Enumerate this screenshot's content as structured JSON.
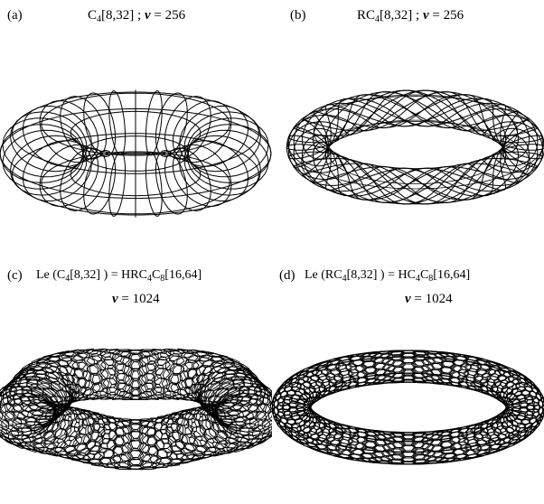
{
  "panels": [
    {
      "tag": "(a)",
      "caption": {
        "pre": "C",
        "sub": "4",
        "post": "[8,32]  ;  ",
        "v": "v",
        "val": " = 256"
      },
      "figure": "torus-quad-mesh"
    },
    {
      "tag": "(b)",
      "caption": {
        "pre": "RC",
        "sub": "4",
        "post": "[8,32]  ;  ",
        "v": "v",
        "val": " = 256"
      },
      "figure": "torus-rhombic-lattice"
    },
    {
      "tag": "(c)",
      "caption_a": {
        "pre": "Le (C",
        "sub": "4",
        "mid": "[8,32] ) = HRC",
        "sub2": "4",
        "mid2": "C",
        "sub3": "8",
        "post": "[16,64]"
      },
      "caption_b": {
        "v": "v",
        "val": " = 1024"
      },
      "figure": "torus-leapfrog-twisted"
    },
    {
      "tag": "(d)",
      "caption_a": {
        "pre": "Le (RC",
        "sub": "4",
        "mid": "[8,32] ) = HC",
        "sub2": "4",
        "mid2": "C",
        "sub3": "8",
        "post": "[16,64]"
      },
      "caption_b": {
        "v": "v",
        "val": " = 1024"
      },
      "figure": "torus-leapfrog-hex-band"
    }
  ]
}
